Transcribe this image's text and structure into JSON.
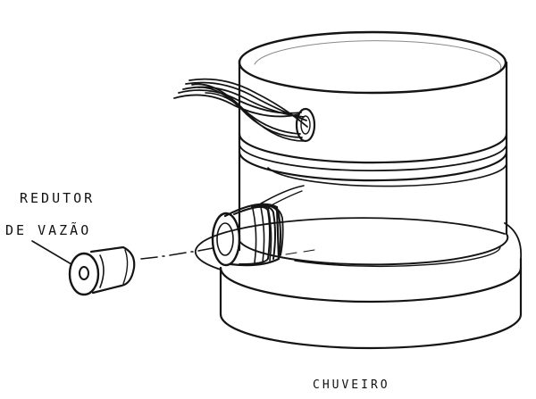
{
  "labels": {
    "redutor_line1": "REDUTOR",
    "redutor_line2": "DE VAZÃO",
    "chuveiro": "CHUVEIRO"
  },
  "colors": {
    "ink": "#141414",
    "paper": "#ffffff"
  }
}
